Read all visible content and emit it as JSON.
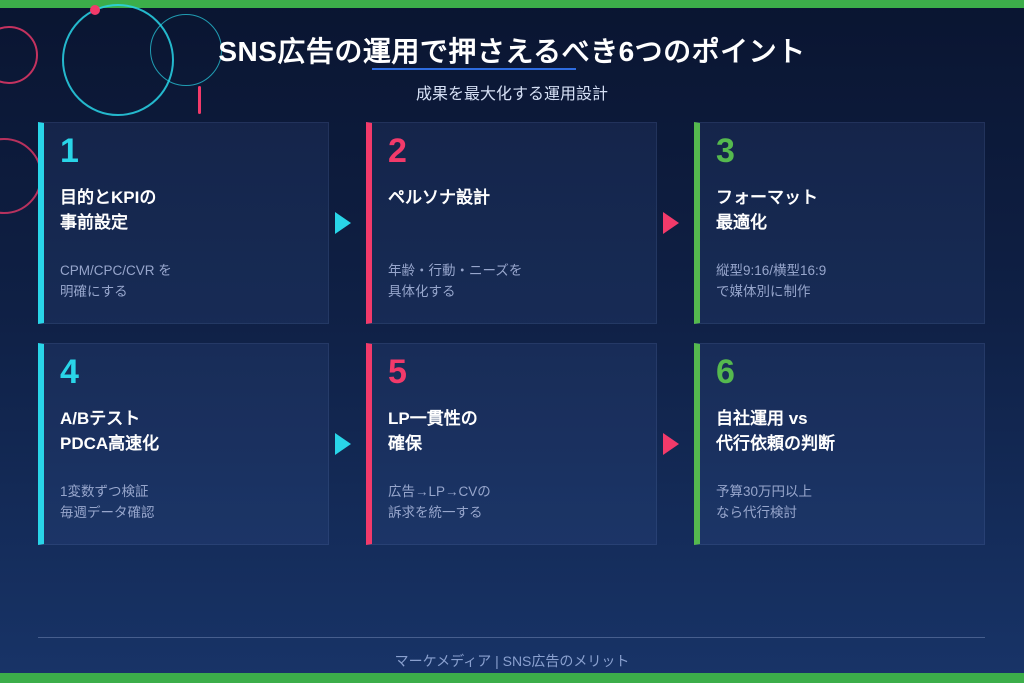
{
  "header": {
    "title": "SNS広告の運用で押さえるべき6つのポイント",
    "subtitle": "成果を最大化する運用設計"
  },
  "colors": {
    "bar_green": "#3cae4a",
    "underline_blue": "#2e6ce0",
    "cyan": "#29d5e8",
    "pink": "#f23a6a",
    "green": "#55b94e"
  },
  "cards": [
    {
      "number": "1",
      "accent": "#29d5e8",
      "title": "目的とKPIの\n事前設定",
      "description": "CPM/CPC/CVR を\n明確にする"
    },
    {
      "number": "2",
      "accent": "#f23a6a",
      "title": "ペルソナ設計",
      "description": "年齢・行動・ニーズを\n具体化する"
    },
    {
      "number": "3",
      "accent": "#55b94e",
      "title": "フォーマット\n最適化",
      "description": "縦型9:16/横型16:9\nで媒体別に制作"
    },
    {
      "number": "4",
      "accent": "#29d5e8",
      "title": "A/Bテスト\nPDCA高速化",
      "description": "1変数ずつ検証\n毎週データ確認"
    },
    {
      "number": "5",
      "accent": "#f23a6a",
      "title": "LP一貫性の\n確保",
      "description": "広告→LP→CVの\n訴求を統一する"
    },
    {
      "number": "6",
      "accent": "#55b94e",
      "title": "自社運用 vs\n代行依頼の判断",
      "description": "予算30万円以上\nなら代行検討"
    }
  ],
  "arrows": [
    {
      "color": "#29d5e8"
    },
    {
      "color": "#f23a6a"
    },
    {
      "color": "#29d5e8"
    },
    {
      "color": "#f23a6a"
    }
  ],
  "footer": {
    "text": "マーケメディア | SNS広告のメリット"
  }
}
